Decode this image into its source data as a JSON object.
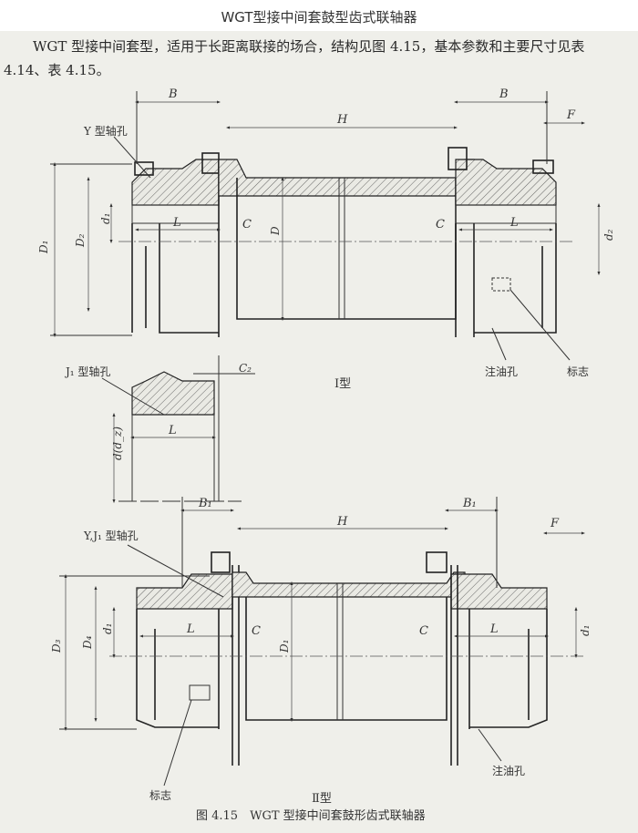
{
  "header": {
    "title": "WGT型接中间套鼓型齿式联轴器"
  },
  "intro": {
    "text": "WGT 型接中间套型，适用于长距离联接的场合，结构见图 4.15，基本参数和主要尺寸见表 4.14、表 4.15。"
  },
  "figure1": {
    "label_B_left": "B",
    "label_B_right": "B",
    "label_H": "H",
    "label_F": "F",
    "label_y_bore": "Y 型轴孔",
    "label_D1": "D₁",
    "label_D2": "D₂",
    "label_d1": "d₁",
    "label_L_left": "L",
    "label_C_left": "C",
    "label_D": "D",
    "label_C_right": "C",
    "label_L_right": "L",
    "label_d2": "d₂",
    "label_oil_hole": "注油孔",
    "label_mark": "标志",
    "label_j1_bore": "J₁ 型轴孔",
    "label_C2": "C₂",
    "label_L_j1": "L",
    "label_d_dz": "d(d_z)",
    "type_label": "Ⅰ型"
  },
  "figure2": {
    "label_B1_left": "B₁",
    "label_B1_right": "B₁",
    "label_H": "H",
    "label_F": "F",
    "label_yj1_bore": "Y,J₁ 型轴孔",
    "label_D3": "D₃",
    "label_D4": "D₄",
    "label_d1_left": "d₁",
    "label_L_left": "L",
    "label_C_left": "C",
    "label_D1": "D₁",
    "label_C_right": "C",
    "label_L_right": "L",
    "label_d1_right": "d₁",
    "label_mark": "标志",
    "label_oil_hole": "注油孔",
    "type_label": "Ⅱ型"
  },
  "caption": {
    "text": "图 4.15　WGT 型接中间套鼓形齿式联轴器"
  }
}
